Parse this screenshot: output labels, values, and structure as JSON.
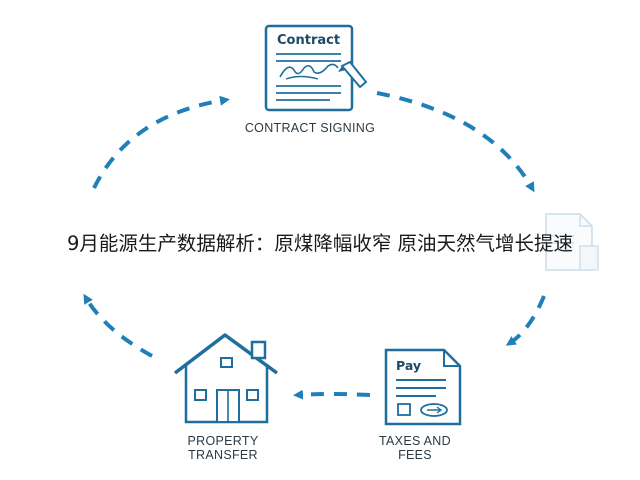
{
  "headline": "9月能源生产数据解析：原煤降幅收窄 原油天然气增长提速",
  "steps": [
    {
      "id": "contract",
      "label": "CONTRACT SIGNING",
      "doc_title": "Contract",
      "icon": "contract-document-icon"
    },
    {
      "id": "fees",
      "label_lines": [
        "TAXES AND",
        "FEES"
      ],
      "doc_title": "Pay",
      "icon": "payment-document-icon"
    },
    {
      "id": "transfer",
      "label_lines": [
        "PROPERTY",
        "TRANSFER"
      ],
      "icon": "house-icon"
    }
  ],
  "side_icon": "faded-document-icon",
  "colors": {
    "arrow": "#1f7fb8",
    "icon_stroke": "#1f6f9e",
    "label_text": "#2b3a44",
    "headline_text": "#1a1a1a"
  }
}
